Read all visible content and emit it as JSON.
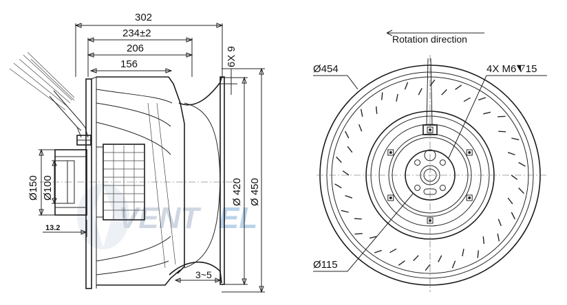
{
  "watermark": {
    "prefix": "VENT",
    "suffix": "EL"
  },
  "side_view": {
    "dim_overall_length": "302",
    "dim_234": "234±2",
    "dim_206": "206",
    "dim_156": "156",
    "dim_mount_holes": "6X 9",
    "dim_d150": "Ø150",
    "dim_d100": "Ø100",
    "dim_d420": "Ø 420",
    "dim_d450": "Ø 450",
    "dim_13_2": "13.2",
    "dim_gap": "3~5"
  },
  "front_view": {
    "rotation_label": "Rotation direction",
    "dim_d454": "Ø454",
    "dim_threads": "4X M6⧨15",
    "dim_d115": "Ø115"
  }
}
